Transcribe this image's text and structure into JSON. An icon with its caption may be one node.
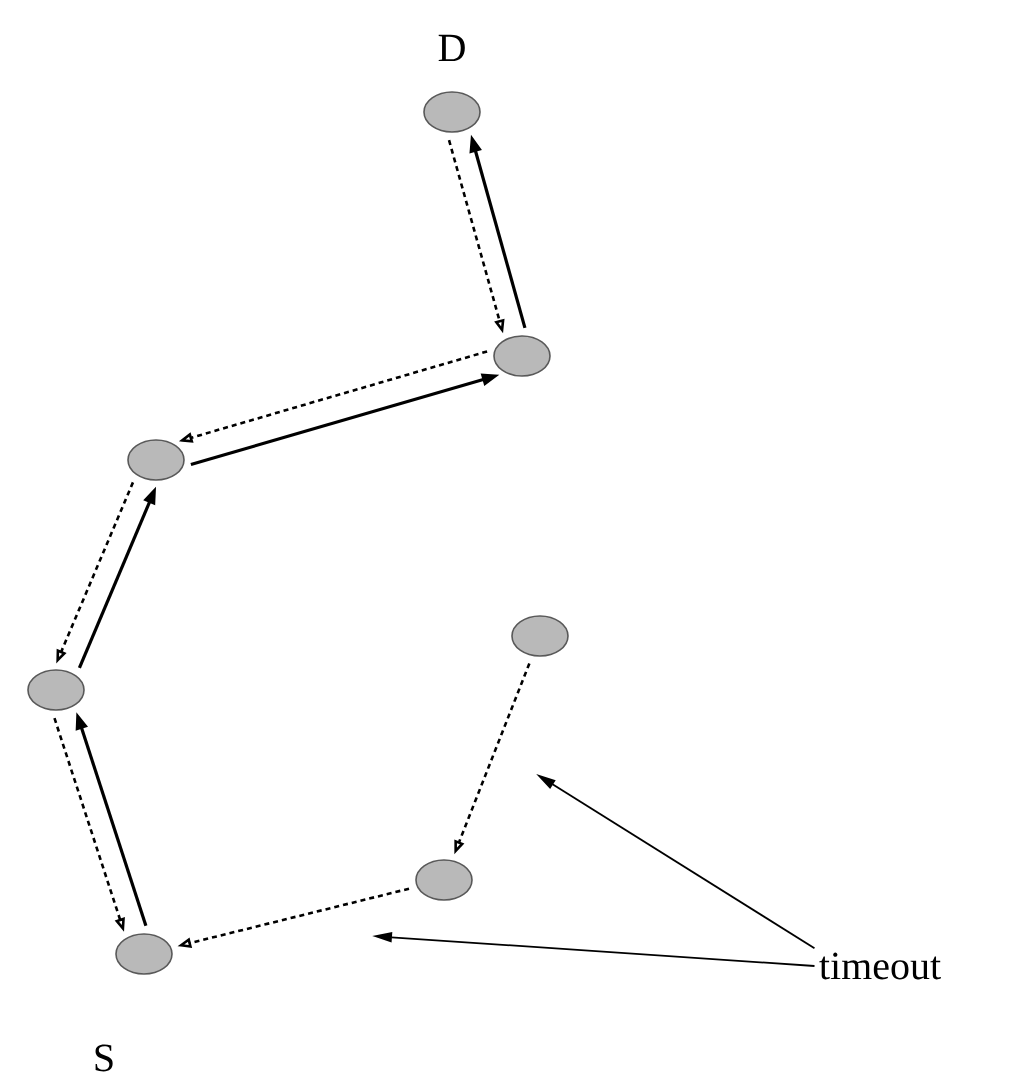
{
  "diagram": {
    "nodes": [
      {
        "text": [],
        "shape": "circle",
        "beside": [
          "D"
        ]
      },
      {
        "text": [],
        "shape": "circle"
      },
      {
        "text": [],
        "shape": "circle"
      },
      {
        "text": [],
        "shape": "circle"
      },
      {
        "text": [],
        "shape": "circle",
        "beside": [
          "S"
        ]
      },
      {
        "text": [],
        "shape": "circle"
      },
      {
        "text": [],
        "shape": "circle"
      },
      {
        "text": [
          "timeout"
        ]
      }
    ],
    "edges": [
      {
        "from": 0,
        "to": 1,
        "arrow": "to",
        "style": "dashed"
      },
      {
        "from": 1,
        "to": 0,
        "arrow": "to"
      },
      {
        "from": 1,
        "to": 2,
        "arrow": "to",
        "style": "dashed"
      },
      {
        "from": 2,
        "to": 1,
        "arrow": "to"
      },
      {
        "from": 2,
        "to": 3,
        "arrow": "to",
        "style": "dashed"
      },
      {
        "from": 3,
        "to": 2,
        "arrow": "to"
      },
      {
        "from": 3,
        "to": 4,
        "arrow": "to",
        "style": "dashed"
      },
      {
        "from": 4,
        "to": 3,
        "arrow": "to"
      },
      {
        "from": 5,
        "to": 6,
        "arrow": "to",
        "style": "dashed"
      },
      {
        "from": 6,
        "to": 4,
        "arrow": "to",
        "style": "dashed"
      },
      {
        "from": 7,
        "to": null,
        "arrow": "to"
      },
      {
        "from": 7,
        "to": null,
        "arrow": "to"
      }
    ]
  }
}
